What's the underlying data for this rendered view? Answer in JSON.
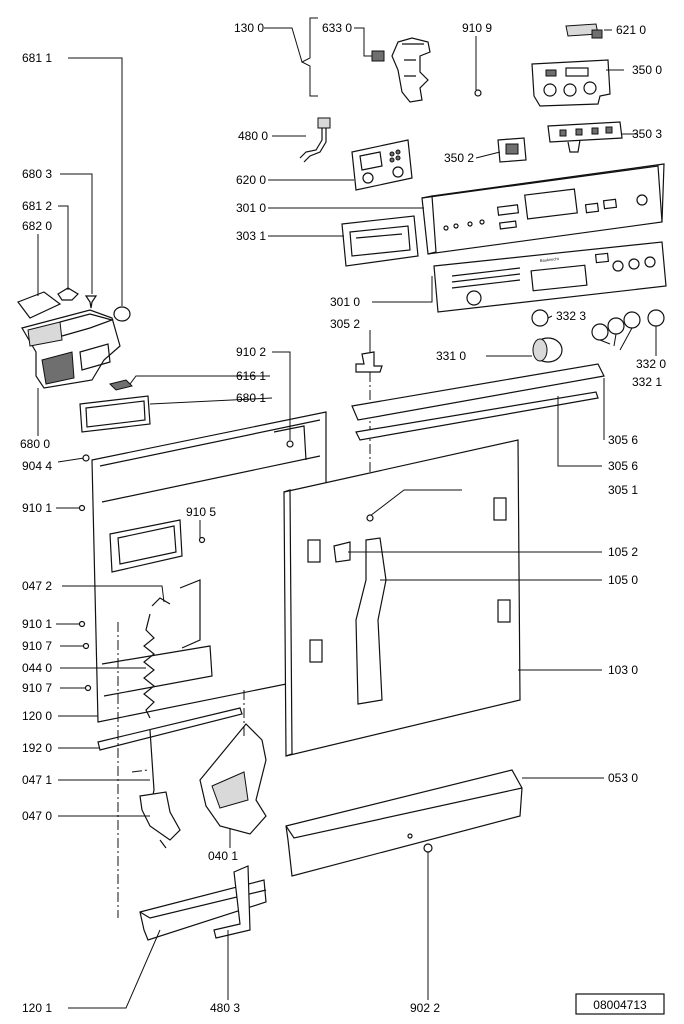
{
  "reference_number": "08004713",
  "panel_text": {
    "brand": "Bauknecht"
  },
  "labels": {
    "l6811": "681 1",
    "l1300": "130 0",
    "l6330": "633 0",
    "l9109": "910 9",
    "l6210": "621 0",
    "l3500": "350 0",
    "l4800": "480 0",
    "l3503": "350 3",
    "l3502": "350 2",
    "l6803": "680 3",
    "l6200": "620 0",
    "l6812": "681 2",
    "l6820": "682 0",
    "l3010a": "301 0",
    "l3031": "303 1",
    "l3010b": "301 0",
    "l3052": "305 2",
    "l3323": "332 3",
    "l9102": "910 2",
    "l3310": "331 0",
    "l3320": "332 0",
    "l6161": "616 1",
    "l3321": "332 1",
    "l6801": "680 1",
    "l6800": "680 0",
    "l3056a": "305 6",
    "l9044": "904 4",
    "l3056b": "305 6",
    "l3051": "305 1",
    "l9101a": "910 1",
    "l9105": "910 5",
    "l1052": "105 2",
    "l0472": "047 2",
    "l1050": "105 0",
    "l9101b": "910 1",
    "l9107a": "910 7",
    "l0440": "044 0",
    "l1030": "103 0",
    "l9107b": "910 7",
    "l1200": "120 0",
    "l1920": "192 0",
    "l0530": "053 0",
    "l0471": "047 1",
    "l0470": "047 0",
    "l0401": "040 1",
    "l1201": "120 1",
    "l4803": "480 3",
    "l9022": "902 2"
  }
}
